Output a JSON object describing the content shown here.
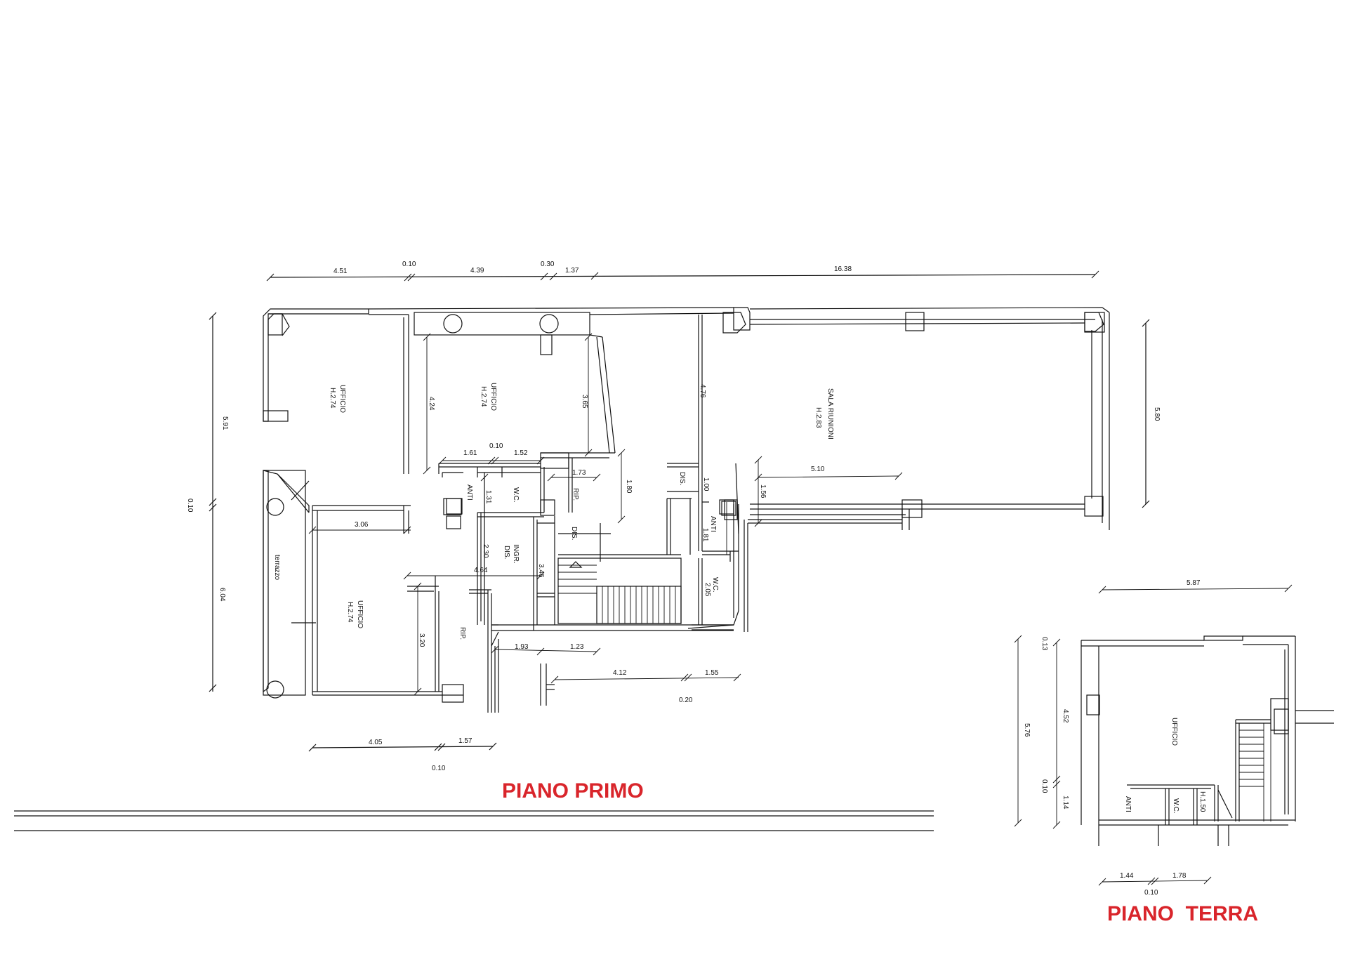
{
  "titles": {
    "first_floor": "PIANO PRIMO",
    "ground_floor": "PIANO  TERRA"
  },
  "colors": {
    "title": "#d9252b",
    "line": "#111111",
    "background": "#ffffff"
  },
  "first_floor": {
    "top_dims": [
      "4.51",
      "0.10",
      "4.39",
      "0.30",
      "1.37",
      "16.38"
    ],
    "left_dims": [
      "5.91",
      "0.10",
      "6.04"
    ],
    "right_dims": [
      "5.80"
    ],
    "bottom_dims": [
      "4.05",
      "1.57",
      "0.10"
    ],
    "inner_dims": [
      "4.24",
      "3.65",
      "4.76",
      "1.61",
      "0.10",
      "1.52",
      "1.73",
      "1.80",
      "1.00",
      "1.56",
      "5.10",
      "1.31",
      "3.06",
      "2.30",
      "3.46",
      "4.64",
      "1.81",
      "2.05",
      "3.20",
      "1.93",
      "1.23",
      "4.12",
      "1.55",
      "0.20"
    ],
    "rooms": {
      "office_left": [
        "UFFICIO",
        "H.2.74"
      ],
      "office_mid": [
        "UFFICIO",
        "H.2.74"
      ],
      "meeting": [
        "SALA  RIUNIONI",
        "H.2.83"
      ],
      "office_bottom": [
        "UFFICIO",
        "H.2.74"
      ],
      "terrace": "terrazzo",
      "anti1": "ANTI",
      "wc1": "W.C.",
      "rip1": "RIP.",
      "dis1": "DIS.",
      "dis2": "DIS.",
      "anti2": "ANTI",
      "ingr": [
        "INGR.",
        "DIS."
      ],
      "wc2": "W.C.",
      "rip2": "RIP."
    }
  },
  "ground_floor": {
    "dims": [
      "5.87",
      "0.13",
      "4.52",
      "5.76",
      "0.10",
      "1.14",
      "1.44",
      "1.78",
      "0.10"
    ],
    "rooms": {
      "office": "UFFICIO",
      "anti": "ANTI",
      "wc": "W.C.",
      "h": "H.1.50"
    }
  }
}
